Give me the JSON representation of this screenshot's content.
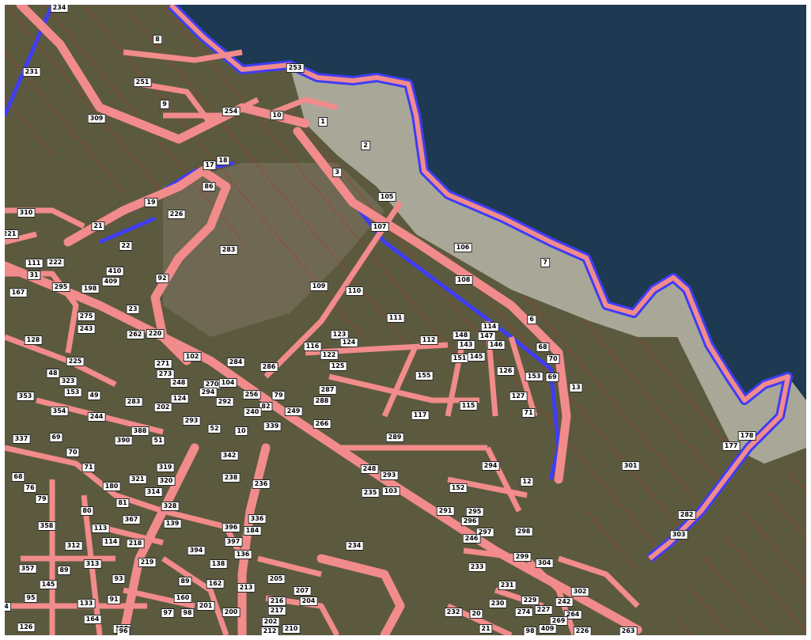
{
  "colors": {
    "sea": "#1d3a52",
    "land": "#5c5a3e",
    "shore": "#a9a898",
    "parcel_outline": "#f28b8b",
    "coastline": "#3f3df5",
    "hatch": "#c0282a",
    "label_bg": "#ffffff"
  },
  "parcels": [
    {
      "id": "p234a",
      "text": "234"
    },
    {
      "id": "p8",
      "text": "8"
    },
    {
      "id": "p231",
      "text": "231"
    },
    {
      "id": "p251",
      "text": "251"
    },
    {
      "id": "p9",
      "text": "9"
    },
    {
      "id": "p309",
      "text": "309"
    },
    {
      "id": "p253",
      "text": "253"
    },
    {
      "id": "p254",
      "text": "254"
    },
    {
      "id": "p10a",
      "text": "10"
    },
    {
      "id": "p1",
      "text": "1"
    },
    {
      "id": "p2",
      "text": "2"
    },
    {
      "id": "p17",
      "text": "17"
    },
    {
      "id": "p18",
      "text": "18"
    },
    {
      "id": "p3",
      "text": "3"
    },
    {
      "id": "p86",
      "text": "86"
    },
    {
      "id": "p105",
      "text": "105"
    },
    {
      "id": "p19",
      "text": "19"
    },
    {
      "id": "p226a",
      "text": "226"
    },
    {
      "id": "p310",
      "text": "310"
    },
    {
      "id": "p21",
      "text": "21"
    },
    {
      "id": "p107",
      "text": "107"
    },
    {
      "id": "p221",
      "text": "221"
    },
    {
      "id": "p22",
      "text": "22"
    },
    {
      "id": "p283",
      "text": "283"
    },
    {
      "id": "p106",
      "text": "106"
    },
    {
      "id": "p7",
      "text": "7"
    },
    {
      "id": "p111a",
      "text": "111"
    },
    {
      "id": "p222",
      "text": "222"
    },
    {
      "id": "p31",
      "text": "31"
    },
    {
      "id": "p410",
      "text": "410"
    },
    {
      "id": "p409a",
      "text": "409"
    },
    {
      "id": "p92",
      "text": "92"
    },
    {
      "id": "p108",
      "text": "108"
    },
    {
      "id": "p295a",
      "text": "295"
    },
    {
      "id": "p198",
      "text": "198"
    },
    {
      "id": "p167",
      "text": "167"
    },
    {
      "id": "p109",
      "text": "109"
    },
    {
      "id": "p110",
      "text": "110"
    },
    {
      "id": "p23",
      "text": "23"
    },
    {
      "id": "p275",
      "text": "275"
    },
    {
      "id": "p111b",
      "text": "111"
    },
    {
      "id": "p6",
      "text": "6"
    },
    {
      "id": "p243",
      "text": "243"
    },
    {
      "id": "p262",
      "text": "262"
    },
    {
      "id": "p220",
      "text": "220"
    },
    {
      "id": "p123",
      "text": "123"
    },
    {
      "id": "p114",
      "text": "114"
    },
    {
      "id": "p112",
      "text": "112"
    },
    {
      "id": "p148",
      "text": "148"
    },
    {
      "id": "p147",
      "text": "147"
    },
    {
      "id": "p124",
      "text": "124"
    },
    {
      "id": "p128",
      "text": "128"
    },
    {
      "id": "p116",
      "text": "116"
    },
    {
      "id": "p143",
      "text": "143"
    },
    {
      "id": "p146",
      "text": "146"
    },
    {
      "id": "p68",
      "text": "68"
    },
    {
      "id": "p122",
      "text": "122"
    },
    {
      "id": "p102",
      "text": "102"
    },
    {
      "id": "p225",
      "text": "225"
    },
    {
      "id": "p151",
      "text": "151"
    },
    {
      "id": "p145",
      "text": "145"
    },
    {
      "id": "p70a",
      "text": "70"
    },
    {
      "id": "p284",
      "text": "284"
    },
    {
      "id": "p271",
      "text": "271"
    },
    {
      "id": "p286",
      "text": "286"
    },
    {
      "id": "p125",
      "text": "125"
    },
    {
      "id": "p126",
      "text": "126"
    },
    {
      "id": "p48",
      "text": "48"
    },
    {
      "id": "p273",
      "text": "273"
    },
    {
      "id": "p155",
      "text": "155"
    },
    {
      "id": "p153",
      "text": "153"
    },
    {
      "id": "p69a",
      "text": "69"
    },
    {
      "id": "p323",
      "text": "323"
    },
    {
      "id": "p248a",
      "text": "248"
    },
    {
      "id": "p270",
      "text": "270"
    },
    {
      "id": "p104",
      "text": "104"
    },
    {
      "id": "p13",
      "text": "13"
    },
    {
      "id": "p153b",
      "text": "153"
    },
    {
      "id": "p294a",
      "text": "294"
    },
    {
      "id": "p287",
      "text": "287"
    },
    {
      "id": "p256",
      "text": "256"
    },
    {
      "id": "p353",
      "text": "353"
    },
    {
      "id": "p49",
      "text": "49"
    },
    {
      "id": "p79a",
      "text": "79"
    },
    {
      "id": "p127",
      "text": "127"
    },
    {
      "id": "p283b",
      "text": "283"
    },
    {
      "id": "p124b",
      "text": "124"
    },
    {
      "id": "p292",
      "text": "292"
    },
    {
      "id": "p288",
      "text": "288"
    },
    {
      "id": "p115",
      "text": "115"
    },
    {
      "id": "p202",
      "text": "202"
    },
    {
      "id": "p82",
      "text": "82"
    },
    {
      "id": "p249",
      "text": "249"
    },
    {
      "id": "p71a",
      "text": "71"
    },
    {
      "id": "p354",
      "text": "354"
    },
    {
      "id": "p244",
      "text": "244"
    },
    {
      "id": "p240",
      "text": "240"
    },
    {
      "id": "p117",
      "text": "117"
    },
    {
      "id": "p293",
      "text": "293"
    },
    {
      "id": "p266",
      "text": "266"
    },
    {
      "id": "p339",
      "text": "339"
    },
    {
      "id": "p388",
      "text": "388"
    },
    {
      "id": "p52",
      "text": "52"
    },
    {
      "id": "p10b",
      "text": "10"
    },
    {
      "id": "p337",
      "text": "337"
    },
    {
      "id": "p69b",
      "text": "69"
    },
    {
      "id": "p390",
      "text": "390"
    },
    {
      "id": "p51",
      "text": "51"
    },
    {
      "id": "p289",
      "text": "289"
    },
    {
      "id": "p178",
      "text": "178"
    },
    {
      "id": "p70b",
      "text": "70"
    },
    {
      "id": "p342",
      "text": "342"
    },
    {
      "id": "p177",
      "text": "177"
    },
    {
      "id": "p294b",
      "text": "294"
    },
    {
      "id": "p71b",
      "text": "71"
    },
    {
      "id": "p319",
      "text": "319"
    },
    {
      "id": "p301",
      "text": "301"
    },
    {
      "id": "p248b",
      "text": "248"
    },
    {
      "id": "p293b",
      "text": "293"
    },
    {
      "id": "p68b",
      "text": "68"
    },
    {
      "id": "p321",
      "text": "321"
    },
    {
      "id": "p320",
      "text": "320"
    },
    {
      "id": "p238",
      "text": "238"
    },
    {
      "id": "p180",
      "text": "180"
    },
    {
      "id": "p236",
      "text": "236"
    },
    {
      "id": "p12",
      "text": "12"
    },
    {
      "id": "p76",
      "text": "76"
    },
    {
      "id": "p314",
      "text": "314"
    },
    {
      "id": "p152",
      "text": "152"
    },
    {
      "id": "p235",
      "text": "235"
    },
    {
      "id": "p103",
      "text": "103"
    },
    {
      "id": "p79b",
      "text": "79"
    },
    {
      "id": "p81",
      "text": "81"
    },
    {
      "id": "p328",
      "text": "328"
    },
    {
      "id": "p80",
      "text": "80"
    },
    {
      "id": "p336",
      "text": "336"
    },
    {
      "id": "p291",
      "text": "291"
    },
    {
      "id": "p295b",
      "text": "295"
    },
    {
      "id": "p296",
      "text": "296"
    },
    {
      "id": "p282",
      "text": "282"
    },
    {
      "id": "p367",
      "text": "367"
    },
    {
      "id": "p139",
      "text": "139"
    },
    {
      "id": "p358",
      "text": "358"
    },
    {
      "id": "p113",
      "text": "113"
    },
    {
      "id": "p396",
      "text": "396"
    },
    {
      "id": "p184",
      "text": "184"
    },
    {
      "id": "p297",
      "text": "297"
    },
    {
      "id": "p298",
      "text": "298"
    },
    {
      "id": "p246",
      "text": "246"
    },
    {
      "id": "p303",
      "text": "303"
    },
    {
      "id": "p397",
      "text": "397"
    },
    {
      "id": "p114b",
      "text": "114"
    },
    {
      "id": "p218",
      "text": "218"
    },
    {
      "id": "p312",
      "text": "312"
    },
    {
      "id": "p234b",
      "text": "234"
    },
    {
      "id": "p394",
      "text": "394"
    },
    {
      "id": "p136",
      "text": "136"
    },
    {
      "id": "p299",
      "text": "299"
    },
    {
      "id": "p304",
      "text": "304"
    },
    {
      "id": "p313",
      "text": "313"
    },
    {
      "id": "p219",
      "text": "219"
    },
    {
      "id": "p138",
      "text": "138"
    },
    {
      "id": "p357",
      "text": "357"
    },
    {
      "id": "p89a",
      "text": "89"
    },
    {
      "id": "p233",
      "text": "233"
    },
    {
      "id": "p93",
      "text": "93"
    },
    {
      "id": "p145b",
      "text": "145"
    },
    {
      "id": "p162",
      "text": "162"
    },
    {
      "id": "p213",
      "text": "213"
    },
    {
      "id": "p205",
      "text": "205"
    },
    {
      "id": "p89b",
      "text": "89"
    },
    {
      "id": "p231b",
      "text": "231"
    },
    {
      "id": "p207",
      "text": "207"
    },
    {
      "id": "p302",
      "text": "302"
    },
    {
      "id": "p95",
      "text": "95"
    },
    {
      "id": "p91",
      "text": "91"
    },
    {
      "id": "p160",
      "text": "160"
    },
    {
      "id": "p216",
      "text": "216"
    },
    {
      "id": "p204",
      "text": "204"
    },
    {
      "id": "p229",
      "text": "229"
    },
    {
      "id": "p242",
      "text": "242"
    },
    {
      "id": "p133",
      "text": "133"
    },
    {
      "id": "p201",
      "text": "201"
    },
    {
      "id": "p217",
      "text": "217"
    },
    {
      "id": "p230",
      "text": "230"
    },
    {
      "id": "p227",
      "text": "227"
    },
    {
      "id": "p4",
      "text": "4"
    },
    {
      "id": "p97",
      "text": "97"
    },
    {
      "id": "p98a",
      "text": "98"
    },
    {
      "id": "p200",
      "text": "200"
    },
    {
      "id": "p232",
      "text": "232"
    },
    {
      "id": "p20",
      "text": "20"
    },
    {
      "id": "p274",
      "text": "274"
    },
    {
      "id": "p264",
      "text": "264"
    },
    {
      "id": "p164",
      "text": "164"
    },
    {
      "id": "p202b",
      "text": "202"
    },
    {
      "id": "p269",
      "text": "269"
    },
    {
      "id": "p126b",
      "text": "126"
    },
    {
      "id": "p115b",
      "text": "115"
    },
    {
      "id": "p212",
      "text": "212"
    },
    {
      "id": "p210",
      "text": "210"
    },
    {
      "id": "p21b",
      "text": "21"
    },
    {
      "id": "p409b",
      "text": "409"
    },
    {
      "id": "p98b",
      "text": "98"
    },
    {
      "id": "p226b",
      "text": "226"
    },
    {
      "id": "p96",
      "text": "96"
    },
    {
      "id": "p263",
      "text": "263"
    }
  ]
}
